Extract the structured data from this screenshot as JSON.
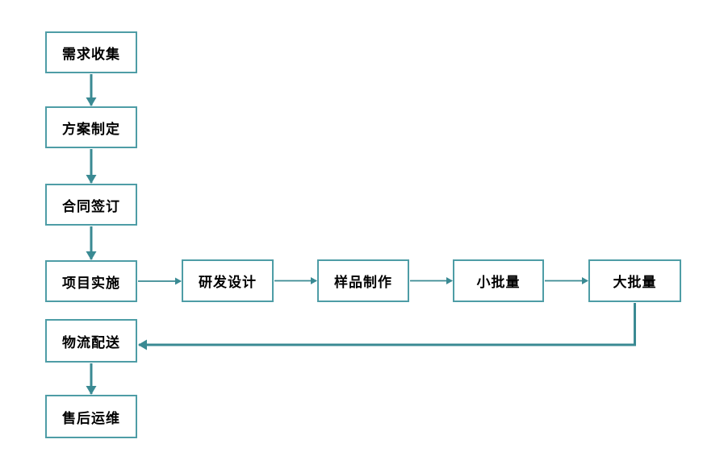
{
  "diagram": {
    "type": "flowchart",
    "colors": {
      "box_border": "#4E9DA6",
      "box_fill": "#FFFFFF",
      "arrow": "#3A8A93",
      "text": "#000000",
      "background": "#FFFFFF"
    },
    "nodes": [
      {
        "id": "xuqiu",
        "label": "需求收集"
      },
      {
        "id": "fangan",
        "label": "方案制定"
      },
      {
        "id": "hetong",
        "label": "合同签订"
      },
      {
        "id": "xiangmu",
        "label": "项目实施"
      },
      {
        "id": "yanfa",
        "label": "研发设计"
      },
      {
        "id": "yangpin",
        "label": "样品制作"
      },
      {
        "id": "xiaopiliang",
        "label": "小批量"
      },
      {
        "id": "dapiliang",
        "label": "大批量"
      },
      {
        "id": "wuliu",
        "label": "物流配送"
      },
      {
        "id": "shouhou",
        "label": "售后运维"
      }
    ],
    "edges": [
      {
        "from": "xuqiu",
        "to": "fangan",
        "style": "thick"
      },
      {
        "from": "fangan",
        "to": "hetong",
        "style": "thick"
      },
      {
        "from": "hetong",
        "to": "xiangmu",
        "style": "thick"
      },
      {
        "from": "xiangmu",
        "to": "yanfa",
        "style": "thin"
      },
      {
        "from": "yanfa",
        "to": "yangpin",
        "style": "thin"
      },
      {
        "from": "yangpin",
        "to": "xiaopiliang",
        "style": "thin"
      },
      {
        "from": "xiaopiliang",
        "to": "dapiliang",
        "style": "thin"
      },
      {
        "from": "dapiliang",
        "to": "wuliu",
        "style": "elbow"
      },
      {
        "from": "wuliu",
        "to": "shouhou",
        "style": "thick"
      }
    ]
  }
}
